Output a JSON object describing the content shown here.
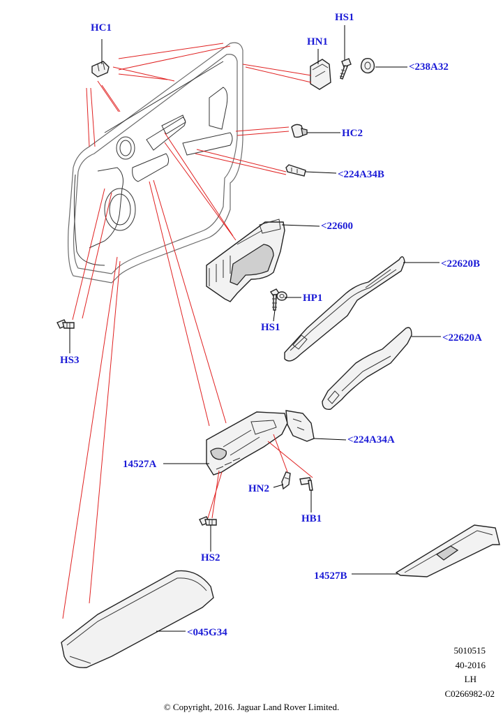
{
  "callouts": {
    "hc1": "HC1",
    "hn1": "HN1",
    "hs1_top": "HS1",
    "p238a32": "<238A32",
    "hc2": "HC2",
    "p224a34b": "<224A34B",
    "p22600": "<22600",
    "hp1": "HP1",
    "hs1_mid": "HS1",
    "p22620b": "<22620B",
    "p22620a": "<22620A",
    "hs3": "HS3",
    "p14527a": "14527A",
    "p224a34a": "<224A34A",
    "hn2": "HN2",
    "hb1": "HB1",
    "hs2": "HS2",
    "p14527b": "14527B",
    "p045g34": "<045G34"
  },
  "meta": {
    "line1": "5010515",
    "line2": "40-2016",
    "line3": "LH",
    "line4": "C0266982-02"
  },
  "copyright": "© Copyright, 2016. Jaguar Land Rover Limited.",
  "colors": {
    "label": "#1a1ad6",
    "leader_red": "#e02020",
    "leader_black": "#000000"
  }
}
